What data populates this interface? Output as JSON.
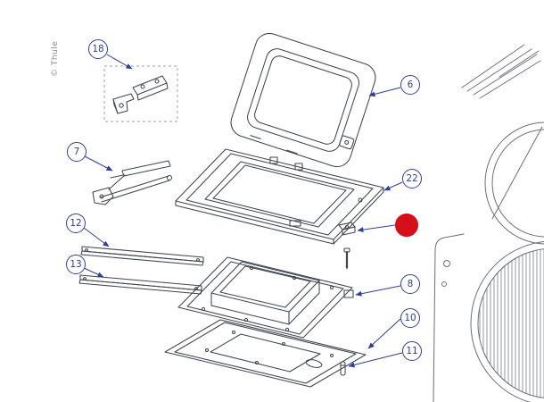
{
  "copyright": "© Thule",
  "colors": {
    "callout": "#2e3e9e",
    "line": "#3f4650",
    "secondary_line": "#6b7077",
    "highlight": "#d40f1a",
    "background": "#ffffff"
  },
  "callouts": [
    {
      "label": "18"
    },
    {
      "label": "7"
    },
    {
      "label": "12"
    },
    {
      "label": "13"
    },
    {
      "label": "6"
    },
    {
      "label": "22"
    },
    {
      "label": "8"
    },
    {
      "label": "10"
    },
    {
      "label": "11"
    }
  ],
  "selected_marker": {
    "style": "filled-circle"
  }
}
